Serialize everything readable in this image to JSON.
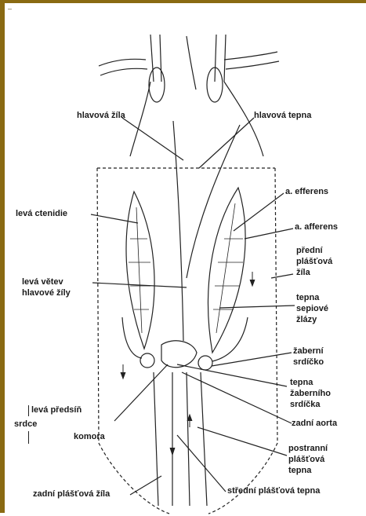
{
  "corner_mark": "–",
  "labels": {
    "hlavova_zila": "hlavová žíla",
    "hlavova_tepna": "hlavová tepna",
    "a_efferens": "a. efferens",
    "a_afferens": "a. afferens",
    "leva_ctenidie": "levá ctenidie",
    "predni_plastova_zila_1": "přední",
    "predni_plastova_zila_2": "plášťová",
    "predni_plastova_zila_3": "žíla",
    "leva_vetev_1": "levá větev",
    "leva_vetev_2": "hlavové žíly",
    "tepna_sepiove_1": "tepna",
    "tepna_sepiove_2": "sepiové",
    "tepna_sepiove_3": "žlázy",
    "zaberni_srdicko_1": "žaberní",
    "zaberni_srdicko_2": "srdíčko",
    "tepna_zaberniho_1": "tepna",
    "tepna_zaberniho_2": "žaberního",
    "tepna_zaberniho_3": "srdíčka",
    "leva_predsin": "levá předsíň",
    "srdce": "srdce",
    "zadni_aorta": "zadní aorta",
    "komora": "komora",
    "postranni_1": "postranní",
    "postranni_2": "plášťová",
    "postranni_3": "tepna",
    "zadni_plastova_zila": "zadní plášťová žíla",
    "stredni_plastova_tepna": "střední plášťová tepna"
  },
  "colors": {
    "frame": "#8a6a12",
    "ink": "#1a1a1a"
  }
}
